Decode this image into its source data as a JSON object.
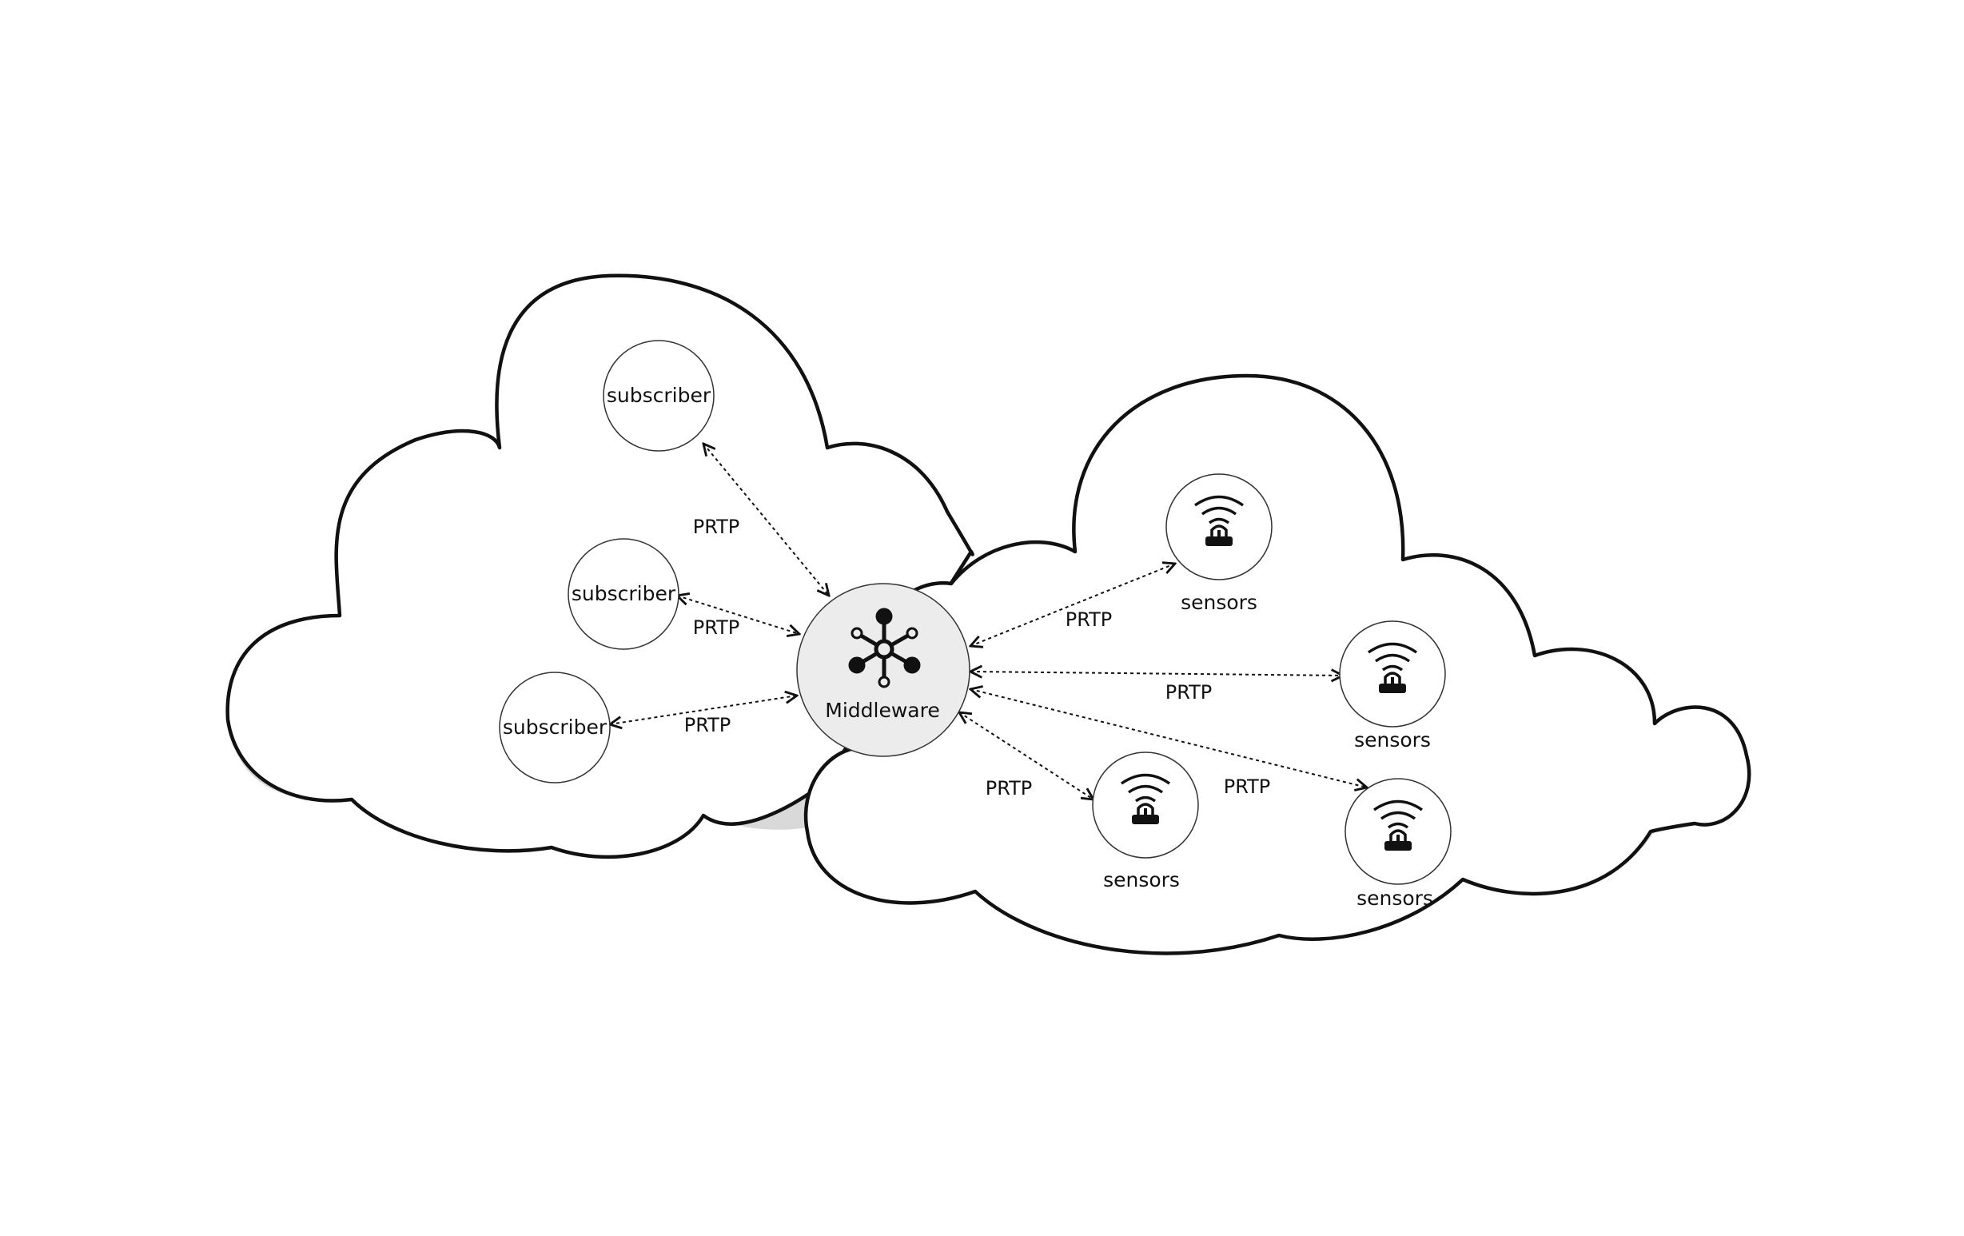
{
  "diagram": {
    "middleware": {
      "label": "Middleware",
      "icon": "network-hub-icon"
    },
    "subscribers": [
      {
        "label": "subscriber"
      },
      {
        "label": "subscriber"
      },
      {
        "label": "subscriber"
      }
    ],
    "sensors": [
      {
        "label": "sensors",
        "icon": "wireless-sensor-icon"
      },
      {
        "label": "sensors",
        "icon": "wireless-sensor-icon"
      },
      {
        "label": "sensors",
        "icon": "wireless-sensor-icon"
      },
      {
        "label": "sensors",
        "icon": "wireless-sensor-icon"
      }
    ],
    "edges": [
      {
        "from": "subscriber-1",
        "to": "middleware",
        "label": "PRTP"
      },
      {
        "from": "subscriber-2",
        "to": "middleware",
        "label": "PRTP"
      },
      {
        "from": "subscriber-3",
        "to": "middleware",
        "label": "PRTP"
      },
      {
        "from": "middleware",
        "to": "sensor-1",
        "label": "PRTP"
      },
      {
        "from": "middleware",
        "to": "sensor-2",
        "label": "PRTP"
      },
      {
        "from": "middleware",
        "to": "sensor-3",
        "label": "PRTP"
      },
      {
        "from": "middleware",
        "to": "sensor-4",
        "label": "PRTP"
      }
    ],
    "colors": {
      "cloud_fill": "#ffffff",
      "cloud_shadow": "#d9d9d9",
      "stroke": "#111111",
      "middleware_fill": "#ececec"
    }
  }
}
